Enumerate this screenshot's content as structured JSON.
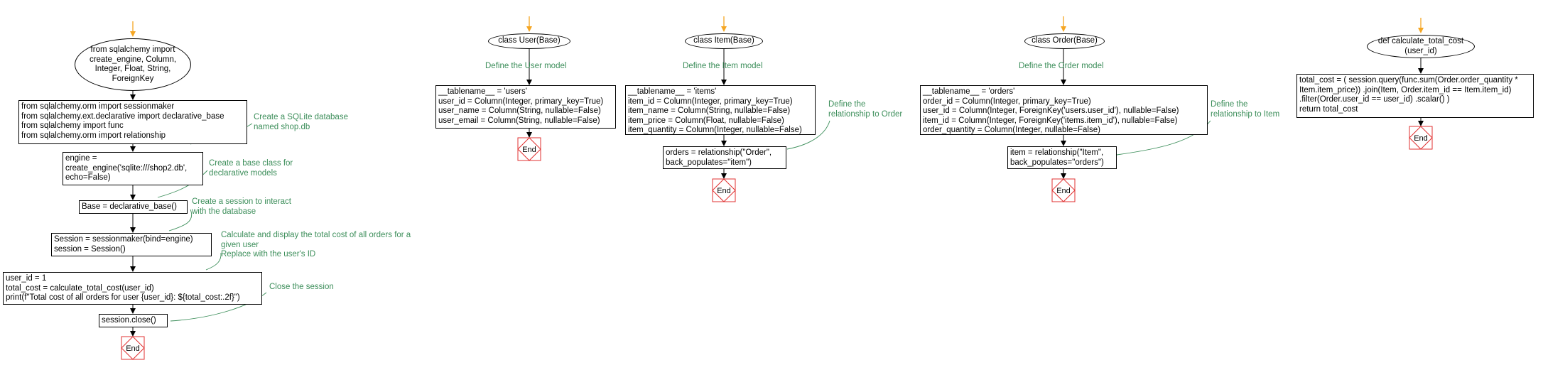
{
  "colors": {
    "start_arrow": "#f5a623",
    "note_text": "#3c8e5a",
    "end_marker": "#e03030",
    "line": "#000000"
  },
  "end_label": "End",
  "main": {
    "imports_start": [
      "from sqlalchemy import",
      "create_engine, Column,",
      "Integer, Float, String,",
      "ForeignKey"
    ],
    "imports_block": [
      "from sqlalchemy.orm import sessionmaker",
      "from sqlalchemy.ext.declarative import declarative_base",
      "from sqlalchemy import func",
      "from sqlalchemy.orm import relationship"
    ],
    "note_sqlite": [
      "Create a SQLite database",
      "named shop.db"
    ],
    "engine_block": [
      "engine =",
      "create_engine('sqlite:///shop2.db',",
      "echo=False)"
    ],
    "note_base": [
      "Create a base class for",
      "declarative models"
    ],
    "base_block": [
      "Base = declarative_base()"
    ],
    "note_session": [
      "Create a session to interact",
      "with the database"
    ],
    "session_block": [
      "Session = sessionmaker(bind=engine)",
      "session = Session()"
    ],
    "note_total": [
      "Calculate and display the total cost of all orders for a",
      "given user",
      "Replace with the user's ID"
    ],
    "user_block": [
      "user_id = 1",
      "total_cost = calculate_total_cost(user_id)",
      "print(f\"Total cost of all orders for user {user_id}: ${total_cost:.2f}\")"
    ],
    "note_close": [
      "Close the session"
    ],
    "close_block": [
      "session.close()"
    ]
  },
  "user_flow": {
    "class_label": [
      "class User(Base)"
    ],
    "note": [
      "Define the User model"
    ],
    "block": [
      "__tablename__ = 'users'",
      "user_id = Column(Integer, primary_key=True)",
      "user_name = Column(String, nullable=False)",
      "user_email = Column(String, nullable=False)"
    ]
  },
  "item_flow": {
    "class_label": [
      "class Item(Base)"
    ],
    "note": [
      "Define the Item model"
    ],
    "block": [
      "__tablename__ = 'items'",
      "item_id = Column(Integer, primary_key=True)",
      "item_name = Column(String, nullable=False)",
      "item_price = Column(Float, nullable=False)",
      "item_quantity = Column(Integer, nullable=False)"
    ],
    "rel_note": [
      "Define the",
      "relationship to Order"
    ],
    "rel_block": [
      "orders = relationship(\"Order\",",
      "back_populates=\"item\")"
    ]
  },
  "order_flow": {
    "class_label": [
      "class Order(Base)"
    ],
    "note": [
      "Define the Order model"
    ],
    "block": [
      "__tablename__ = 'orders'",
      "order_id = Column(Integer, primary_key=True)",
      "user_id = Column(Integer, ForeignKey('users.user_id'), nullable=False)",
      "item_id = Column(Integer, ForeignKey('items.item_id'), nullable=False)",
      "order_quantity = Column(Integer, nullable=False)"
    ],
    "rel_note": [
      "Define the",
      "relationship to Item"
    ],
    "rel_block": [
      "item = relationship(\"Item\",",
      "back_populates=\"orders\")"
    ]
  },
  "func_flow": {
    "def_label": [
      "def calculate_total_cost",
      "(user_id)"
    ],
    "block": [
      "total_cost = ( session.query(func.sum(Order.order_quantity *",
      "Item.item_price)) .join(Item, Order.item_id == Item.item_id)",
      ".filter(Order.user_id == user_id) .scalar() )",
      "return total_cost"
    ]
  }
}
